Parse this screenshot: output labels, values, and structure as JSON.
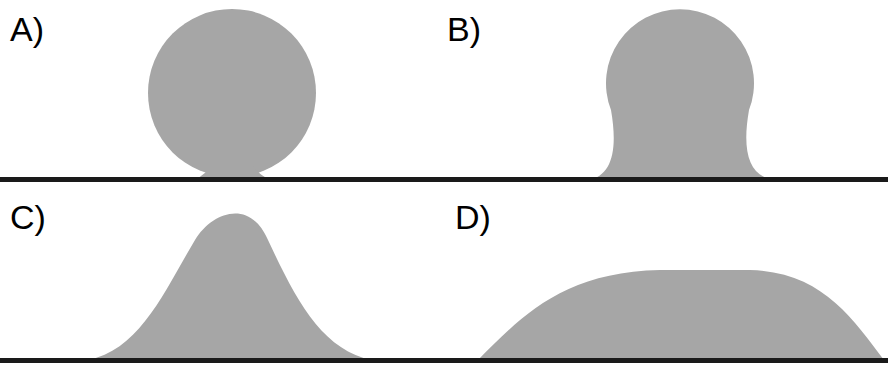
{
  "diagram": {
    "labels": [
      "A)",
      "B)",
      "C)",
      "D)"
    ]
  }
}
